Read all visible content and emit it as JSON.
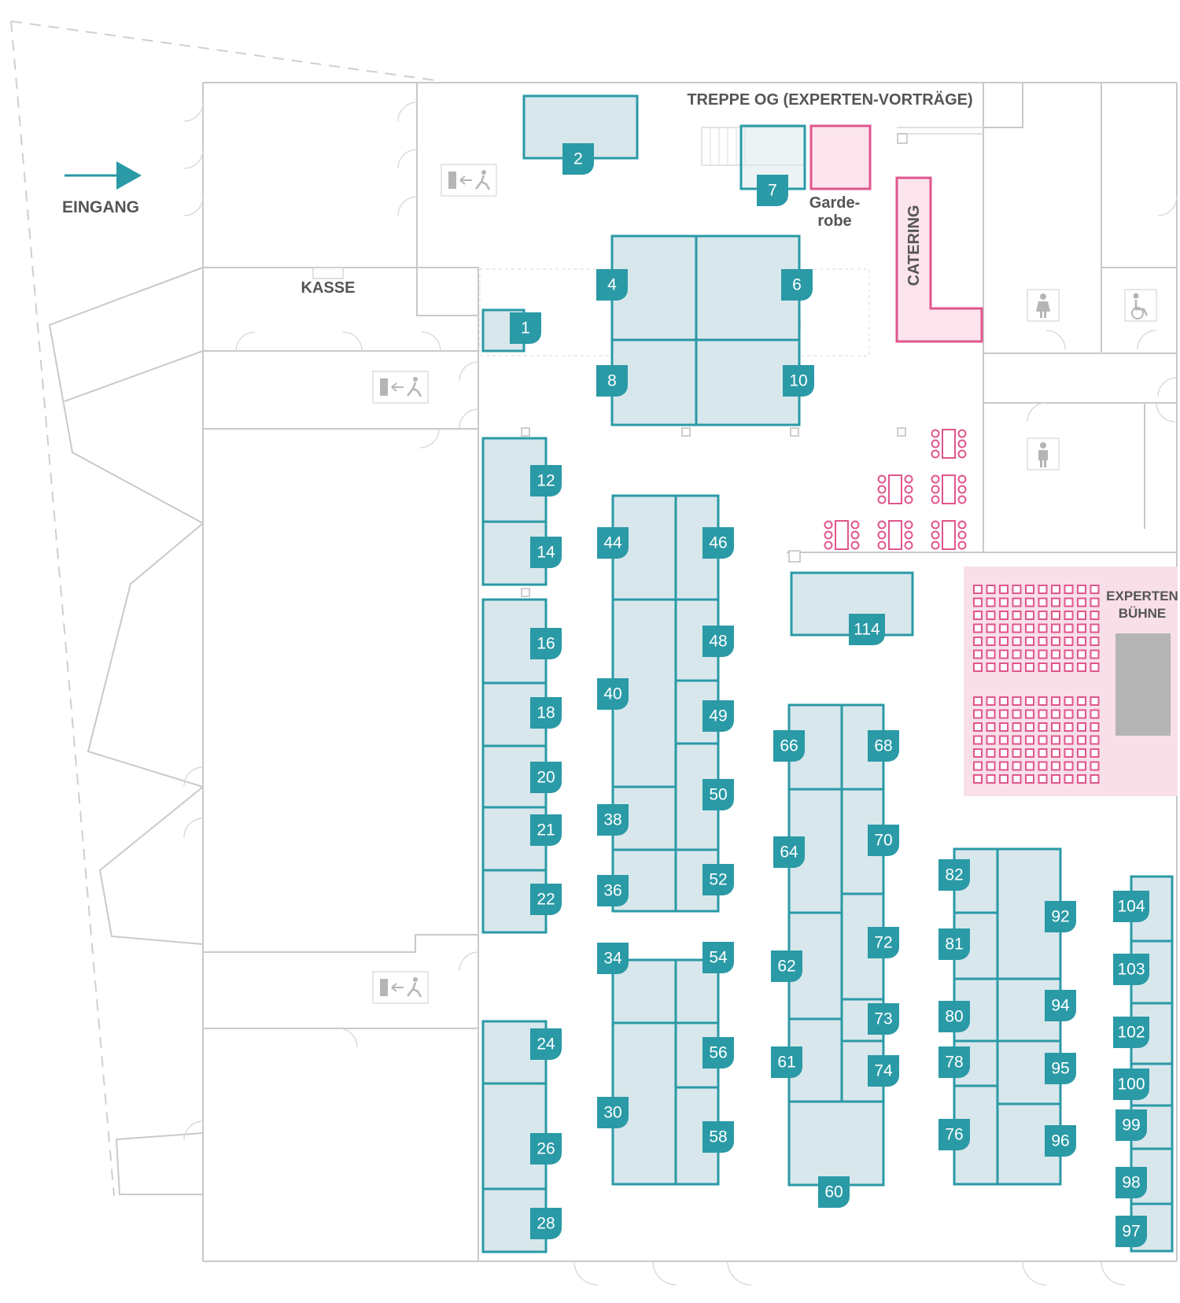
{
  "labels": {
    "entrance": "EINGANG",
    "cash": "KASSE",
    "stairs": "TREPPE OG (EXPERTEN-VORTRÄGE)",
    "cloakroom_line1": "Garde-",
    "cloakroom_line2": "robe",
    "catering": "CATERING",
    "stage_line1": "EXPERTEN",
    "stage_line2": "BÜHNE"
  },
  "booths": [
    "1",
    "2",
    "4",
    "6",
    "7",
    "8",
    "10",
    "12",
    "14",
    "16",
    "18",
    "20",
    "21",
    "22",
    "24",
    "26",
    "28",
    "30",
    "34",
    "36",
    "38",
    "40",
    "44",
    "46",
    "48",
    "49",
    "50",
    "52",
    "54",
    "56",
    "58",
    "60",
    "61",
    "62",
    "64",
    "66",
    "68",
    "70",
    "72",
    "73",
    "74",
    "76",
    "78",
    "80",
    "81",
    "82",
    "92",
    "94",
    "95",
    "96",
    "97",
    "98",
    "99",
    "100",
    "102",
    "103",
    "104",
    "114"
  ],
  "icons": {
    "exit_signs": "emergency-exit-icon",
    "restroom_female": "restroom-female-icon",
    "restroom_male": "restroom-male-icon",
    "restroom_accessible": "wheelchair-icon",
    "entrance_arrow": "arrow-right-icon"
  },
  "colors": {
    "booth_fill": "#d8e7ec",
    "booth_stroke": "#2a9aa6",
    "accent_pink": "#e0568c",
    "pink_area": "#f8dfe8",
    "wall": "#c9c9c9"
  }
}
